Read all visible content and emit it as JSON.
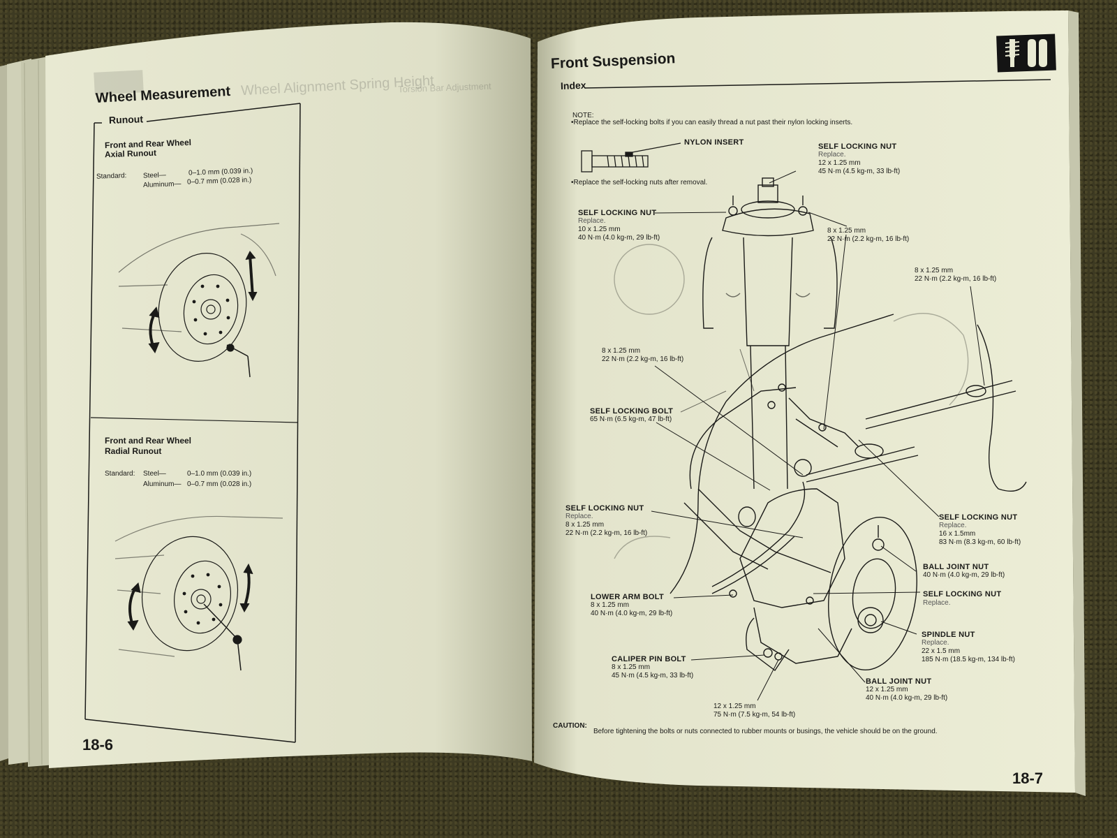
{
  "left_page": {
    "title": "Wheel Measurement",
    "section": "Runout",
    "axial": {
      "heading_line1": "Front and Rear Wheel",
      "heading_line2": "Axial Runout",
      "standard_label": "Standard:",
      "steel_label": "Steel—",
      "steel_value": "0–1.0 mm (0.039 in.)",
      "aluminum_label": "Aluminum—",
      "aluminum_value": "0–0.7 mm (0.028 in.)"
    },
    "radial": {
      "heading_line1": "Front and Rear Wheel",
      "heading_line2": "Radial Runout",
      "standard_label": "Standard:",
      "steel_label": "Steel—",
      "steel_value": "0–1.0 mm (0.039 in.)",
      "aluminum_label": "Aluminum—",
      "aluminum_value": "0–0.7 mm (0.028 in.)"
    },
    "page_number": "18-6",
    "bleed_header": "Wheel Alignment   Spring Height",
    "bleed_sub": "Torsion Bar Adjustment"
  },
  "right_page": {
    "title": "Front Suspension",
    "section": "Index",
    "note_label": "NOTE:",
    "note_1": "•Replace the self-locking bolts if you can easily thread a nut past their nylon locking inserts.",
    "nylon_insert": "NYLON INSERT",
    "note_2": "•Replace the self-locking nuts after removal.",
    "callouts": {
      "top_nut": {
        "title": "SELF LOCKING NUT",
        "sub": "Replace.",
        "size": "12 x 1.25 mm",
        "torque": "45 N·m (4.5 kg-m, 33 lb-ft)"
      },
      "left_nut": {
        "title": "SELF LOCKING NUT",
        "sub": "Replace.",
        "size": "10 x 1.25 mm",
        "torque": "40 N·m (4.0 kg-m, 29 lb-ft)"
      },
      "mount_bolt": {
        "size": "8 x 1.25 mm",
        "torque": "22 N·m (2.2 kg-m, 16 lb-ft)"
      },
      "right_bolt": {
        "size": "8 x 1.25 mm",
        "torque": "22 N·m (2.2 kg-m, 16 lb-ft)"
      },
      "mid_bolt": {
        "size": "8 x 1.25 mm",
        "torque": "22 N·m (2.2 kg-m, 16 lb-ft)"
      },
      "self_locking_bolt": {
        "title": "SELF LOCKING BOLT",
        "torque": "65 N·m (6.5 kg-m, 47 lb-ft)"
      },
      "lower_nut": {
        "title": "SELF LOCKING NUT",
        "sub": "Replace.",
        "size": "8 x 1.25 mm",
        "torque": "22 N·m (2.2 kg-m, 16 lb-ft)"
      },
      "right_nut": {
        "title": "SELF LOCKING NUT",
        "sub": "Replace.",
        "size": "16 x 1.5mm",
        "torque": "83 N·m (8.3 kg-m, 60 lb-ft)"
      },
      "ball_joint_1": {
        "title": "BALL JOINT NUT",
        "torque": "40 N·m (4.0 kg-m, 29 lb-ft)"
      },
      "self_locking_nut_2": {
        "title": "SELF LOCKING NUT",
        "sub": "Replace."
      },
      "lower_arm_bolt": {
        "title": "LOWER ARM BOLT",
        "size": "8 x 1.25 mm",
        "torque": "40 N·m (4.0 kg-m, 29 lb-ft)"
      },
      "spindle_nut": {
        "title": "SPINDLE NUT",
        "sub": "Replace.",
        "size": "22 x 1.5 mm",
        "torque": "185 N·m (18.5 kg-m, 134 lb-ft)"
      },
      "caliper_pin_bolt": {
        "title": "CALIPER PIN BOLT",
        "size": "8 x 1.25 mm",
        "torque": "45 N·m (4.5 kg-m, 33 lb-ft)"
      },
      "ball_joint_2": {
        "title": "BALL JOINT NUT",
        "size": "12 x 1.25 mm",
        "torque": "40 N·m (4.0 kg-m, 29 lb-ft)"
      },
      "bottom_bolt": {
        "size": "12 x 1.25 mm",
        "torque": "75 N·m (7.5 kg-m, 54 lb-ft)"
      }
    },
    "caution_label": "CAUTION:",
    "caution_text": "Before tightening the bolts or nuts connected to rubber mounts or busings, the vehicle should be on the ground.",
    "page_number": "18-7",
    "tab_icon": "shock-absorber-icon"
  },
  "colors": {
    "paper": "#e9ead3",
    "paper_shadow": "#bfc0a6",
    "ink": "#1a1a18",
    "carpet": "#3d3a22"
  }
}
